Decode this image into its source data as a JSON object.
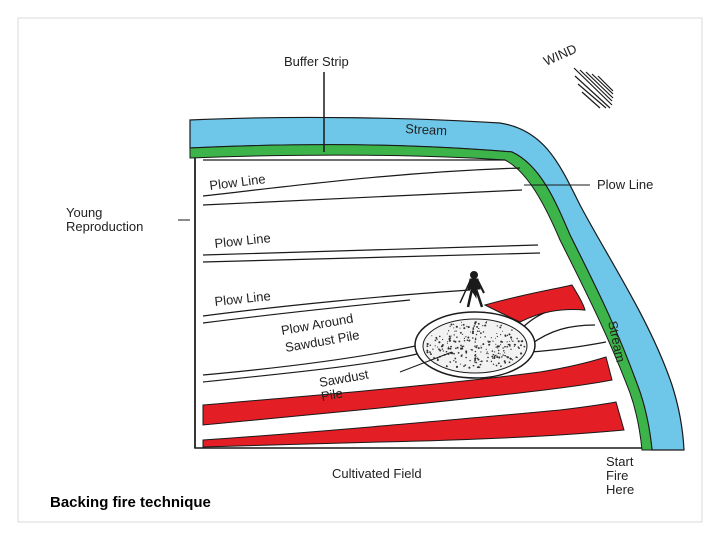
{
  "caption": "Backing fire technique",
  "labels": {
    "buffer_strip": "Buffer Strip",
    "wind": "WIND",
    "stream_top": "Stream",
    "stream_side": "Stream",
    "plow_line_right": "Plow Line",
    "young_reproduction_1": "Young",
    "young_reproduction_2": "Reproduction",
    "plow_line_1": "Plow Line",
    "plow_line_2": "Plow Line",
    "plow_line_3": "Plow Line",
    "plow_around_1": "Plow Around",
    "plow_around_2": "Sawdust Pile",
    "sawdust_1": "Sawdust",
    "sawdust_2": "Pile",
    "cultivated_field": "Cultivated Field",
    "start_fire_1": "Start",
    "start_fire_2": "Fire",
    "start_fire_3": "Here"
  },
  "colors": {
    "stream": "#6ec6e8",
    "buffer": "#3cb44a",
    "fire": "#e31e24",
    "outline": "#1a1a1a",
    "page_border": "#d9d9d9"
  },
  "icons": [
    "wind-arrows-icon",
    "person-with-torch-icon"
  ]
}
